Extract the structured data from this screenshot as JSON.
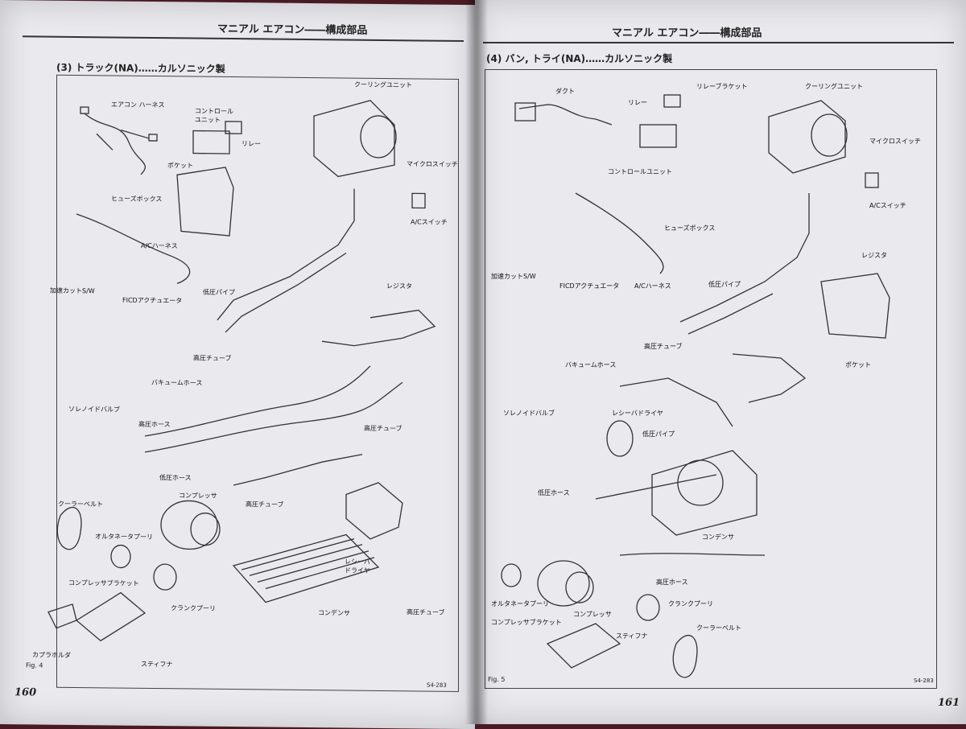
{
  "header": "マニアル エアコン――構成部品",
  "left": {
    "section": "(3)  トラック(NA)……カルソニック製",
    "fig": "Fig. 4",
    "code": "S4-283",
    "page_number": "160",
    "labels": {
      "harness": "エアコン ハーネス",
      "control": "コントロール\nユニット",
      "relay": "リレー",
      "cooling": "クーリングユニット",
      "micro": "マイクロスイッチ",
      "pocket": "ポケット",
      "fuse": "ヒューズボックス",
      "ac_switch": "A/Cスイッチ",
      "ac_harness": "A/Cハーネス",
      "register": "レジスタ",
      "accel_cut": "加速カットS/W",
      "ficd": "FICDアクチュエータ",
      "low_pipe": "低圧パイプ",
      "hp_tube1": "高圧チューブ",
      "vacuum": "バキュームホース",
      "solenoid": "ソレノイドバルブ",
      "hp_hose": "高圧ホース",
      "hp_tube2": "高圧チューブ",
      "low_hose": "低圧ホース",
      "compressor": "コンプレッサ",
      "cooler_belt": "クーラーベルト",
      "hp_tube3": "高圧チューブ",
      "alt_pulley": "オルタネータプーリ",
      "receiver": "レシーバ\nドライヤ",
      "comp_bracket": "コンプレッサブラケット",
      "crank": "クランクプーリ",
      "condenser": "コンデンサ",
      "hp_tube4": "高圧チューブ",
      "coupler": "カプラホルダ",
      "stiffener": "スティフナ"
    }
  },
  "right": {
    "section": "(4)  バン, トライ(NA)……カルソニック製",
    "fig": "Fig. 5",
    "code": "S4-283",
    "page_number": "161",
    "labels": {
      "duct": "ダクト",
      "relay": "リレー",
      "relay_bracket": "リレーブラケット",
      "cooling": "クーリングユニット",
      "micro": "マイクロスイッチ",
      "control": "コントロールユニット",
      "fuse": "ヒューズボックス",
      "ac_switch": "A/Cスイッチ",
      "register": "レジスタ",
      "accel_cut": "加速カットS/W",
      "ficd": "FICDアクチュエータ",
      "ac_harness": "A/Cハーネス",
      "low_pipe1": "低圧パイプ",
      "hp_tube": "高圧チューブ",
      "vacuum": "バキュームホース",
      "pocket": "ポケット",
      "solenoid": "ソレノイドバルブ",
      "receiver": "レシーバドライヤ",
      "low_pipe2": "低圧パイプ",
      "low_hose": "低圧ホース",
      "condenser": "コンデンサ",
      "hp_hose": "高圧ホース",
      "alt_pulley": "オルタネータプーリ",
      "comp_bracket": "コンプレッサブラケット",
      "compressor": "コンプレッサ",
      "crank": "クランクプーリ",
      "stiffener": "スティフナ",
      "cooler_belt": "クーラーベルト"
    }
  }
}
